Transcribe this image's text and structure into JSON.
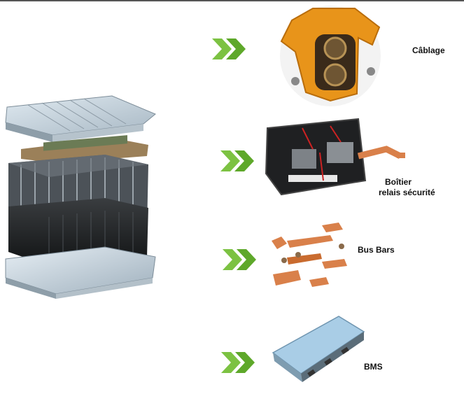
{
  "colors": {
    "arrow": "#7cc242",
    "arrow_dark": "#5ea82a",
    "orange": "#e8941a",
    "copper": "#d9804a",
    "bms_blue": "#a9cde6"
  },
  "components": [
    {
      "label": "Câblage",
      "icon": "hv-connector-icon"
    },
    {
      "label": "Boîtier",
      "label2": "relais sécurité",
      "icon": "relay-box-icon"
    },
    {
      "label": "Bus Bars",
      "icon": "bus-bars-icon"
    },
    {
      "label": "BMS",
      "icon": "bms-module-icon"
    }
  ]
}
